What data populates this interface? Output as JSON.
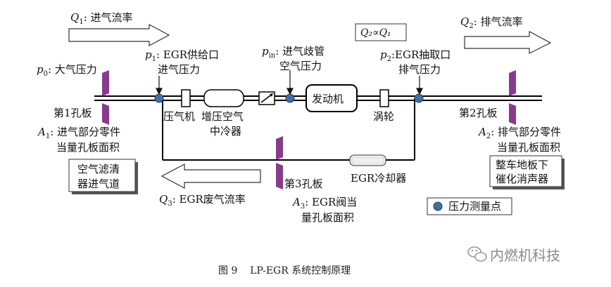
{
  "labels": {
    "q1_prefix": "Q",
    "q1_sub": "1",
    "q1_text": ": 进气流率",
    "q2_prefix": "Q",
    "q2_sub": "2",
    "q2_text": ": 排气流率",
    "q3_prefix": "Q",
    "q3_sub": "3",
    "q3_text": ": EGR废气流率",
    "relation": "Q₂∝Q₁",
    "p0_prefix": "p",
    "p0_sub": "0",
    "p0_text": ": 大气压力",
    "p1_prefix": "p",
    "p1_sub": "1",
    "p1_line1": ": EGR供给口",
    "p1_line2": "进气压力",
    "pin_prefix": "p",
    "pin_sub": "in",
    "pin_line1": ": 进气歧管",
    "pin_line2": "空气压力",
    "p2_prefix": "p",
    "p2_sub": "2",
    "p2_line1": ":EGR抽取口",
    "p2_line2": "排气压力",
    "orifice1": "第1孔板",
    "orifice2": "第2孔板",
    "orifice3": "第3孔板",
    "a1_prefix": "A",
    "a1_sub": "1",
    "a1_line1": ": 进气部分零件",
    "a1_line2": "当量孔板面积",
    "a2_prefix": "A",
    "a2_sub": "2",
    "a2_line1": ": 排气部分零件",
    "a2_line2": "当量孔板面积",
    "a3_prefix": "A",
    "a3_sub": "3",
    "a3_line1": ": EGR阀当",
    "a3_line2": "量孔板面积",
    "compressor": "压气机",
    "intercooler_line1": "增压空气",
    "intercooler_line2": "中冷器",
    "engine": "发动机",
    "turbine": "涡轮",
    "egr_cooler": "EGR冷却器",
    "air_filter_line1": "空气滤清",
    "air_filter_line2": "器进气道",
    "muffler_line1": "整车地板下",
    "muffler_line2": "催化消声器",
    "legend": "压力测量点",
    "caption": "图 9    LP-EGR 系统控制原理",
    "watermark": "内燃机科技"
  },
  "colors": {
    "orifice": "#8a3a8c",
    "sensor": "#3f6fa8",
    "sensor_stroke": "#1d3f66",
    "pipe": "#000000"
  }
}
